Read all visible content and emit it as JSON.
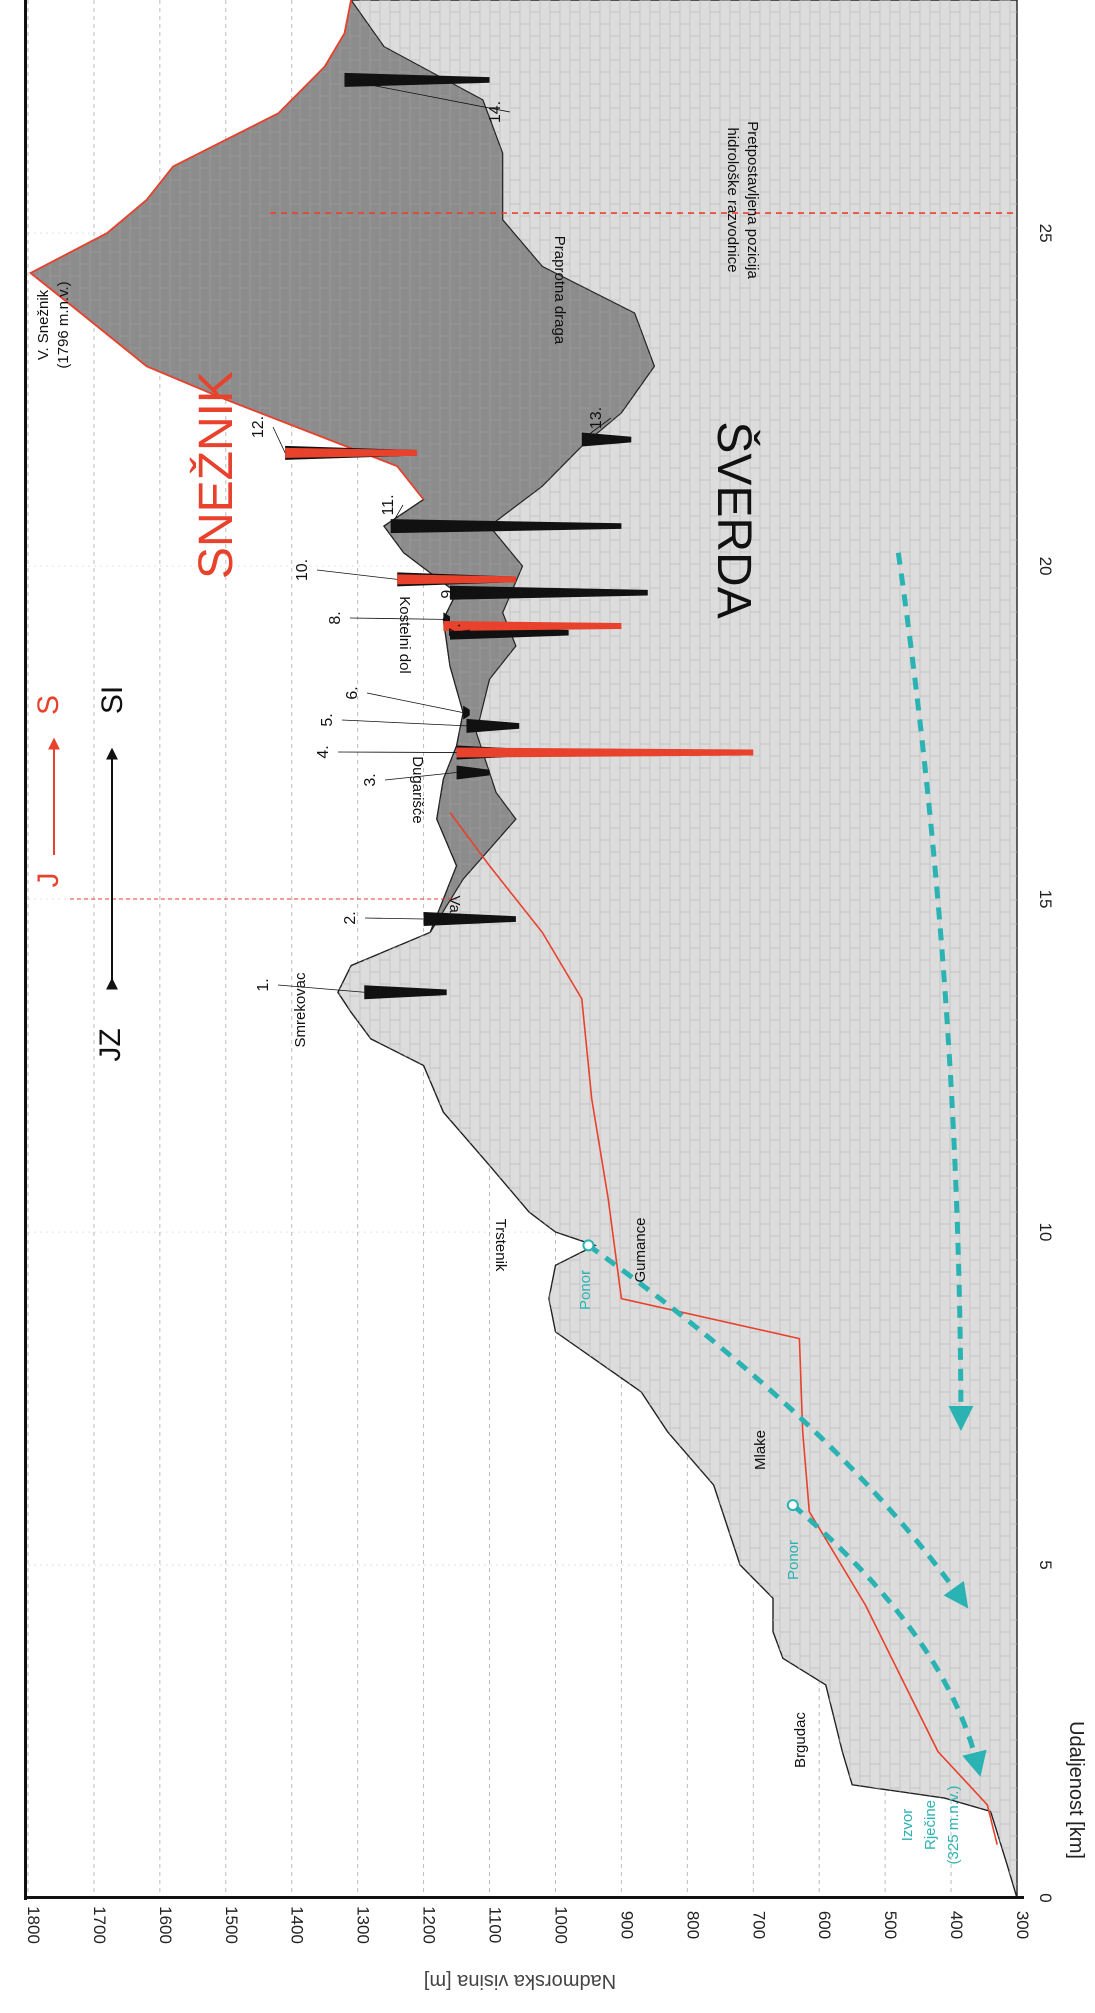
{
  "chart_data": {
    "type": "area",
    "xlabel": "Udaljenost [km]",
    "ylabel": "Nadmorska visina [m]",
    "xlim": [
      0,
      28.5
    ],
    "ylim": [
      300,
      1800
    ],
    "x_ticks": [
      "0",
      "5",
      "10",
      "15",
      "20",
      "25"
    ],
    "x_tick_values": [
      0,
      5,
      10,
      15,
      20,
      25
    ],
    "y_ticks": [
      "300",
      "400",
      "500",
      "600",
      "700",
      "800",
      "900",
      "1000",
      "1100",
      "1200",
      "1300",
      "1400",
      "1500",
      "1600",
      "1700",
      "1800"
    ],
    "y_tick_values": [
      300,
      400,
      500,
      600,
      700,
      800,
      900,
      1000,
      1100,
      1200,
      1300,
      1400,
      1500,
      1600,
      1700,
      1800
    ],
    "grid": true,
    "orientation": "rotated 90° clockwise",
    "surface_profile": [
      {
        "x": 0.0,
        "y": 300
      },
      {
        "x": 0.5,
        "y": 315
      },
      {
        "x": 1.3,
        "y": 340
      },
      {
        "x": 1.5,
        "y": 410
      },
      {
        "x": 1.7,
        "y": 550
      },
      {
        "x": 2.2,
        "y": 565
      },
      {
        "x": 2.8,
        "y": 580
      },
      {
        "x": 3.2,
        "y": 590
      },
      {
        "x": 3.6,
        "y": 655
      },
      {
        "x": 4.0,
        "y": 670
      },
      {
        "x": 4.5,
        "y": 670
      },
      {
        "x": 5.0,
        "y": 720
      },
      {
        "x": 5.6,
        "y": 740
      },
      {
        "x": 6.2,
        "y": 760
      },
      {
        "x": 7.0,
        "y": 830
      },
      {
        "x": 7.6,
        "y": 870
      },
      {
        "x": 8.5,
        "y": 1000
      },
      {
        "x": 9.0,
        "y": 1010
      },
      {
        "x": 9.5,
        "y": 1000
      },
      {
        "x": 9.8,
        "y": 940
      },
      {
        "x": 10.0,
        "y": 1000
      },
      {
        "x": 10.3,
        "y": 1040
      },
      {
        "x": 11.0,
        "y": 1100
      },
      {
        "x": 11.8,
        "y": 1170
      },
      {
        "x": 12.5,
        "y": 1200
      },
      {
        "x": 12.9,
        "y": 1280
      },
      {
        "x": 13.3,
        "y": 1310
      },
      {
        "x": 13.6,
        "y": 1330
      },
      {
        "x": 14.0,
        "y": 1310
      },
      {
        "x": 14.5,
        "y": 1190
      },
      {
        "x": 15.0,
        "y": 1170
      },
      {
        "x": 15.5,
        "y": 1150
      },
      {
        "x": 16.2,
        "y": 1180
      },
      {
        "x": 16.8,
        "y": 1170
      },
      {
        "x": 17.3,
        "y": 1150
      },
      {
        "x": 17.8,
        "y": 1140
      },
      {
        "x": 18.5,
        "y": 1160
      },
      {
        "x": 19.2,
        "y": 1170
      },
      {
        "x": 19.6,
        "y": 1150
      },
      {
        "x": 20.2,
        "y": 1230
      },
      {
        "x": 20.6,
        "y": 1260
      },
      {
        "x": 21.0,
        "y": 1200
      },
      {
        "x": 21.5,
        "y": 1240
      },
      {
        "x": 22.0,
        "y": 1370
      },
      {
        "x": 22.5,
        "y": 1500
      },
      {
        "x": 23.0,
        "y": 1620
      },
      {
        "x": 23.8,
        "y": 1720
      },
      {
        "x": 24.4,
        "y": 1796
      },
      {
        "x": 25.0,
        "y": 1680
      },
      {
        "x": 25.5,
        "y": 1620
      },
      {
        "x": 26.0,
        "y": 1580
      },
      {
        "x": 26.8,
        "y": 1420
      },
      {
        "x": 27.5,
        "y": 1350
      },
      {
        "x": 28.0,
        "y": 1320
      },
      {
        "x": 28.5,
        "y": 1310
      }
    ],
    "sverda_top": [
      {
        "x": 14.5,
        "y": 1190
      },
      {
        "x": 15.3,
        "y": 1140
      },
      {
        "x": 16.2,
        "y": 1060
      },
      {
        "x": 16.6,
        "y": 1090
      },
      {
        "x": 17.5,
        "y": 1120
      },
      {
        "x": 18.3,
        "y": 1100
      },
      {
        "x": 18.8,
        "y": 1060
      },
      {
        "x": 19.3,
        "y": 1080
      },
      {
        "x": 20.0,
        "y": 1050
      },
      {
        "x": 20.6,
        "y": 1100
      },
      {
        "x": 21.2,
        "y": 1020
      },
      {
        "x": 21.8,
        "y": 960
      },
      {
        "x": 22.3,
        "y": 900
      },
      {
        "x": 23.0,
        "y": 850
      },
      {
        "x": 23.8,
        "y": 880
      },
      {
        "x": 24.5,
        "y": 1020
      },
      {
        "x": 25.2,
        "y": 1080
      },
      {
        "x": 26.2,
        "y": 1080
      },
      {
        "x": 27.0,
        "y": 1110
      },
      {
        "x": 27.8,
        "y": 1260
      },
      {
        "x": 28.5,
        "y": 1310
      }
    ],
    "boundary_line": [
      {
        "x": 0.8,
        "y": 330
      },
      {
        "x": 1.4,
        "y": 345
      },
      {
        "x": 2.2,
        "y": 420
      },
      {
        "x": 3.2,
        "y": 470
      },
      {
        "x": 4.4,
        "y": 530
      },
      {
        "x": 5.8,
        "y": 615
      },
      {
        "x": 7.0,
        "y": 625
      },
      {
        "x": 8.4,
        "y": 630
      },
      {
        "x": 9.0,
        "y": 900
      },
      {
        "x": 10.5,
        "y": 920
      },
      {
        "x": 12.0,
        "y": 945
      },
      {
        "x": 13.5,
        "y": 960
      },
      {
        "x": 14.5,
        "y": 1020
      },
      {
        "x": 15.5,
        "y": 1100
      },
      {
        "x": 16.3,
        "y": 1160
      }
    ],
    "caves": [
      {
        "label": "1.",
        "x": 13.6,
        "top": 1290,
        "bottom": 1165
      },
      {
        "label": "2.",
        "x": 14.7,
        "top": 1200,
        "bottom": 1060
      },
      {
        "label": "3.",
        "x": 16.9,
        "top": 1150,
        "bottom": 1100
      },
      {
        "label": "4.",
        "x": 17.2,
        "top": 1150,
        "bottom": 1020
      },
      {
        "label": "5.",
        "x": 17.6,
        "top": 1135,
        "bottom": 1055
      },
      {
        "label": "6.",
        "x": 17.8,
        "top": 1140,
        "bottom": 1130
      },
      {
        "label": "7.",
        "x": 19.0,
        "top": 1160,
        "bottom": 980
      },
      {
        "label": "8.",
        "x": 19.2,
        "top": 1170,
        "bottom": 1160
      },
      {
        "label": "9.",
        "x": 19.6,
        "top": 1160,
        "bottom": 860
      },
      {
        "label": "10.",
        "x": 19.8,
        "top": 1240,
        "bottom": 1060
      },
      {
        "label": "11.",
        "x": 20.6,
        "top": 1250,
        "bottom": 900
      },
      {
        "label": "12.",
        "x": 21.7,
        "top": 1410,
        "bottom": 1210
      },
      {
        "label": "13.",
        "x": 21.9,
        "top": 960,
        "bottom": 885
      },
      {
        "label": "14.",
        "x": 27.3,
        "top": 1320,
        "bottom": 1100
      }
    ],
    "deep_cave_shafts": [
      {
        "x": 17.2,
        "top": 1150,
        "bottom": 700
      },
      {
        "x": 19.1,
        "top": 1170,
        "bottom": 900
      },
      {
        "x": 19.8,
        "top": 1240,
        "bottom": 1060
      },
      {
        "x": 21.7,
        "top": 1410,
        "bottom": 1210
      }
    ],
    "water_flows": [
      {
        "from": {
          "x": 9.8,
          "y": 950
        },
        "to": {
          "x": 4.5,
          "y": 385
        }
      },
      {
        "from": {
          "x": 5.9,
          "y": 640
        },
        "to": {
          "x": 2.0,
          "y": 360
        }
      },
      {
        "from": {
          "x": 20.2,
          "y": 480
        },
        "to": {
          "x": 7.2,
          "y": 385
        }
      }
    ],
    "ponors": [
      {
        "x": 9.8,
        "y": 950
      },
      {
        "x": 5.9,
        "y": 640
      }
    ],
    "divide_line_x": 25.3,
    "js_line_x": 15.0
  },
  "labels": {
    "snjeznik": "SNEŽNIK",
    "sverda": "ŠVERDA",
    "js_j": "J",
    "js_s": "S",
    "jzsi_jz": "JZ",
    "jzsi_si": "SI",
    "peak": "V. Snežnik",
    "peak_elev": "(1796 m.n.v.)",
    "smrekovac": "Smrekovac",
    "vale": "Vale",
    "trstenik": "Trstenik",
    "gumance": "Gumance",
    "mlake": "Mlake",
    "brgudac": "Brgudac",
    "dugarisce": "Dugarišće",
    "kosteln": "Kostelni dol",
    "praprotna": "Praprotna draga",
    "divide1": "Pretpostavljena pozicija",
    "divide2": "hidrološke razvodnice",
    "ponor": "Ponor",
    "izvor1": "Izvor",
    "izvor2": "Rječine",
    "izvor3": "(325 m.n.v.)"
  },
  "colors": {
    "background": "#ffffff",
    "sverda_fill": "#dcdcdc",
    "sneznik_fill": "#8c8c8c",
    "red": "#e8412c",
    "teal": "#2ab3b2",
    "cave": "#111111",
    "grid": "#b5b5b5"
  }
}
